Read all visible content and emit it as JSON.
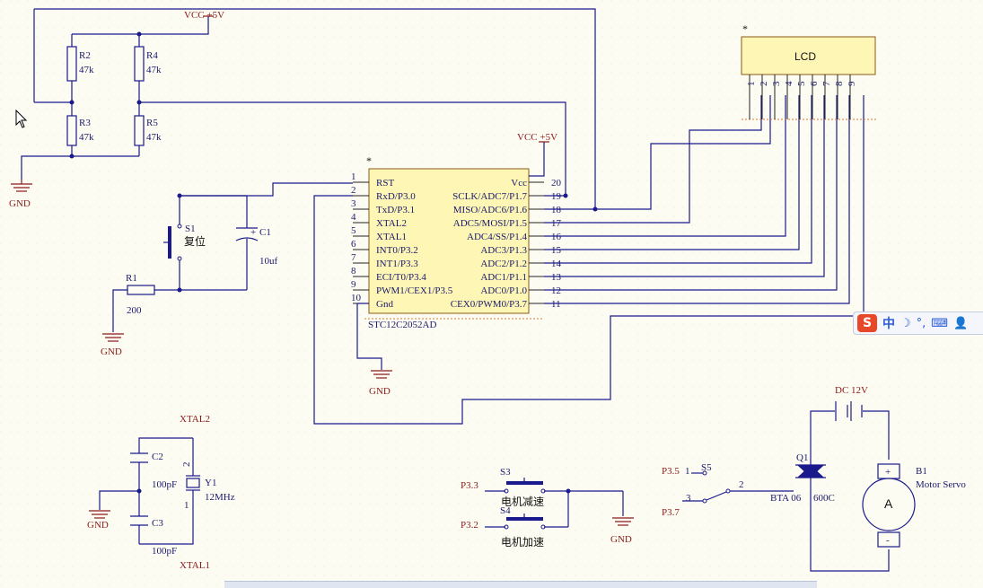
{
  "power": {
    "vcc_top": "VCC  +5V",
    "vcc_mcu": "VCC  +5V",
    "gnd": "GND"
  },
  "resistors": [
    {
      "ref": "R2",
      "val": "47k"
    },
    {
      "ref": "R4",
      "val": "47k"
    },
    {
      "ref": "R3",
      "val": "47k"
    },
    {
      "ref": "R5",
      "val": "47k"
    },
    {
      "ref": "R1",
      "val": "200"
    }
  ],
  "reset": {
    "switch_ref": "S1",
    "switch_label": "复位",
    "cap_ref": "C1",
    "cap_plus": "+",
    "cap_val": "10uf"
  },
  "mcu": {
    "marker": "*",
    "part": "STC12C2052AD",
    "left_pins": [
      {
        "num": "1",
        "name": "RST"
      },
      {
        "num": "2",
        "name": "RxD/P3.0"
      },
      {
        "num": "3",
        "name": "TxD/P3.1"
      },
      {
        "num": "4",
        "name": "XTAL2"
      },
      {
        "num": "5",
        "name": "XTAL1"
      },
      {
        "num": "6",
        "name": "INT0/P3.2"
      },
      {
        "num": "7",
        "name": "INT1/P3.3"
      },
      {
        "num": "8",
        "name": "ECI/T0/P3.4"
      },
      {
        "num": "9",
        "name": "PWM1/CEX1/P3.5"
      },
      {
        "num": "10",
        "name": "Gnd"
      }
    ],
    "right_pins": [
      {
        "num": "20",
        "name": "Vcc"
      },
      {
        "num": "19",
        "name": "SCLK/ADC7/P1.7"
      },
      {
        "num": "18",
        "name": "MISO/ADC6/P1.6"
      },
      {
        "num": "17",
        "name": "ADC5/MOSI/P1.5"
      },
      {
        "num": "16",
        "name": "ADC4/SS/P1.4"
      },
      {
        "num": "15",
        "name": "ADC3/P1.3"
      },
      {
        "num": "14",
        "name": "ADC2/P1.2"
      },
      {
        "num": "13",
        "name": "ADC1/P1.1"
      },
      {
        "num": "12",
        "name": "ADC0/P1.0"
      },
      {
        "num": "11",
        "name": "CEX0/PWM0/P3.7"
      }
    ]
  },
  "lcd": {
    "marker": "*",
    "label": "LCD",
    "pins": [
      "1",
      "2",
      "3",
      "4",
      "5",
      "6",
      "7",
      "8",
      "9"
    ]
  },
  "crystal": {
    "xtal2": "XTAL2",
    "xtal1": "XTAL1",
    "c2_ref": "C2",
    "c3_ref": "C3",
    "c2_val": "100pF",
    "c3_val": "100pF",
    "y_ref": "Y1",
    "y_val": "12MHz",
    "pin1": "1",
    "pin2": "2"
  },
  "buttons": {
    "p33": "P3.3",
    "p32": "P3.2",
    "s3_ref": "S3",
    "s4_ref": "S4",
    "s3_label": "电机减速",
    "s4_label": "电机加速"
  },
  "selector": {
    "p35": "P3.5",
    "p37": "P3.7",
    "s5_ref": "S5",
    "pin1": "1",
    "pin2": "2",
    "pin3": "3"
  },
  "motor": {
    "dc_label": "DC  12V",
    "q_ref": "Q1",
    "q_part": "BTA 06",
    "q_volt": "600C",
    "b_ref": "B1",
    "b_name": "Motor Servo",
    "meter": "A",
    "plus": "+",
    "minus": "-"
  },
  "ime": {
    "lang": "中",
    "moon": "☽",
    "punct": "°,",
    "keyboard": "⌨",
    "user": "👤"
  }
}
